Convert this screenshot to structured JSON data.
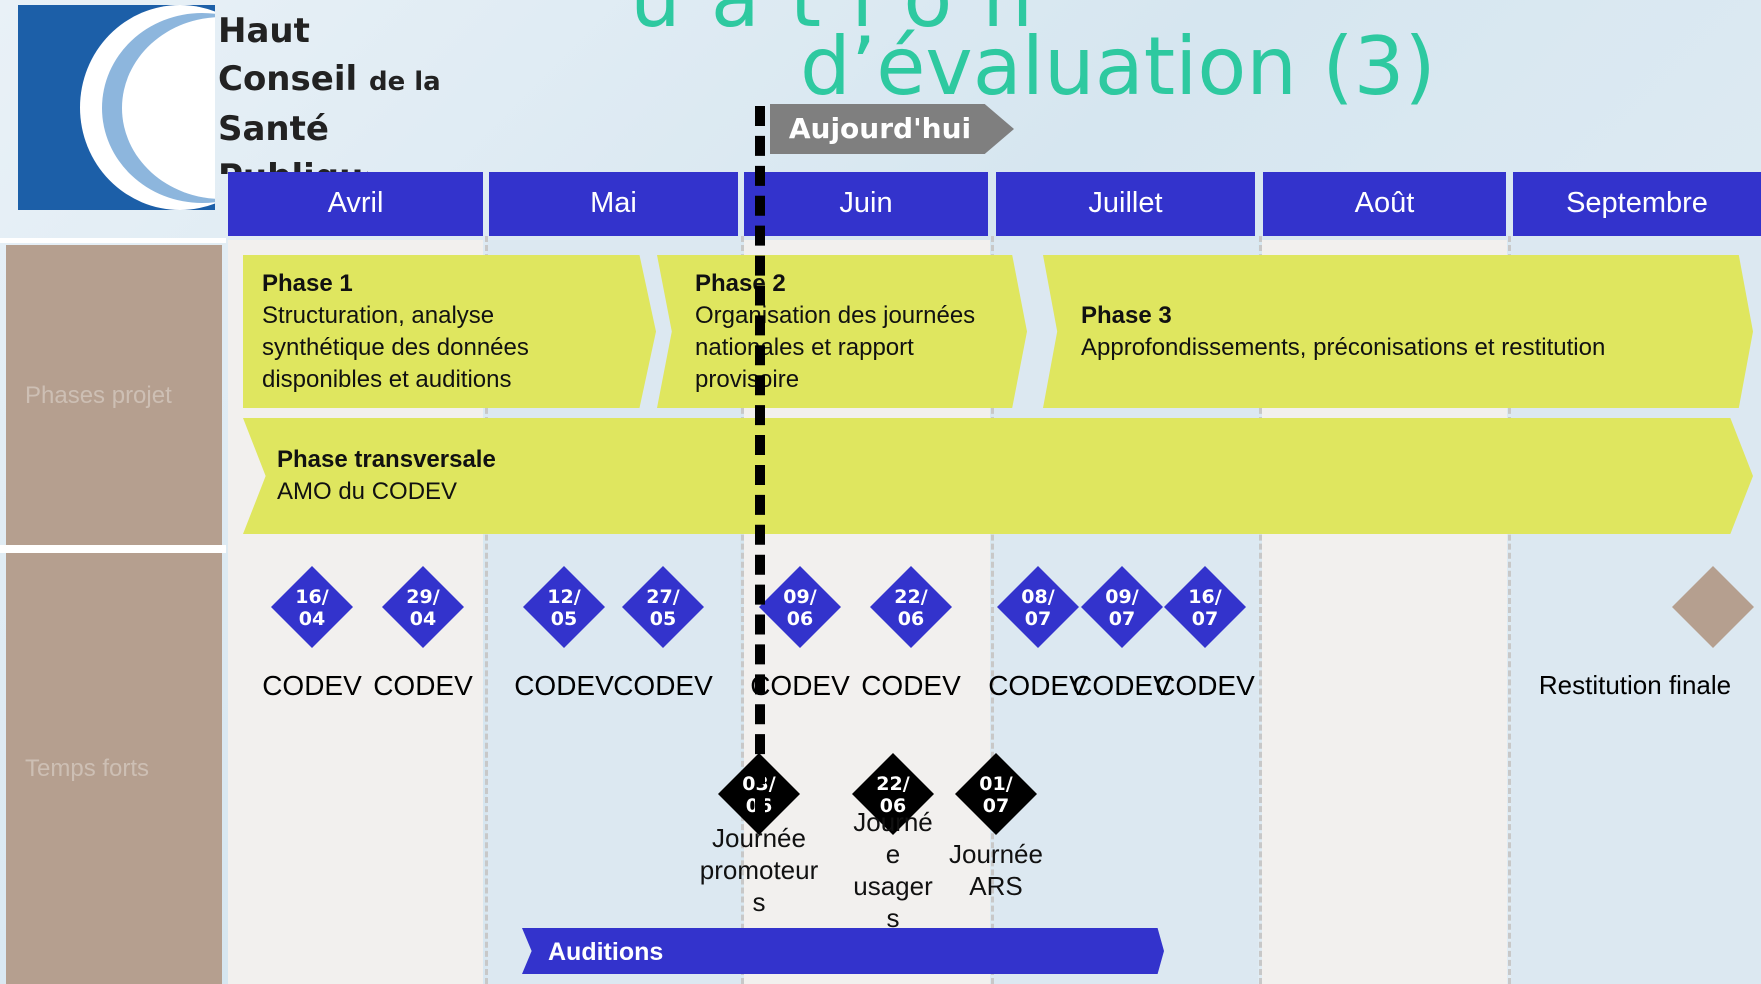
{
  "header": {
    "logo_lines": [
      "Haut",
      "Conseil",
      "de la",
      "Santé",
      "Publique"
    ],
    "title_partial_top": "uation",
    "title": "d’évaluation (3)",
    "today_label": "Aujourd'hui"
  },
  "months": [
    "Avril",
    "Mai",
    "Juin",
    "Juillet",
    "Août",
    "Septembre"
  ],
  "rows": {
    "phases_label": "Phases projet",
    "temps_forts_label": "Temps forts"
  },
  "phases": [
    {
      "title": "Phase 1",
      "description": "Structuration, analyse synthétique des données disponibles et auditions",
      "lines": [
        "Structuration, analyse",
        "synthétique des données",
        "disponibles et auditions"
      ]
    },
    {
      "title": "Phase 2",
      "description": "Organisation des journées nationales et rapport provisoire",
      "lines": [
        "Organisation des journées",
        "nationales et rapport",
        "provisoire"
      ]
    },
    {
      "title": "Phase 3",
      "description": "Approfondissements, préconisations et restitution",
      "lines": [
        "Approfondissements, préconisations et restitution"
      ]
    },
    {
      "title": "Phase transversale",
      "description": "AMO du CODEV",
      "lines": [
        "AMO du CODEV"
      ]
    }
  ],
  "codev_events": [
    {
      "date": [
        "16/",
        "04"
      ],
      "label": "CODEV"
    },
    {
      "date": [
        "29/",
        "04"
      ],
      "label": "CODEV"
    },
    {
      "date": [
        "12/",
        "05"
      ],
      "label": "CODEV"
    },
    {
      "date": [
        "27/",
        "05"
      ],
      "label": "CODEV"
    },
    {
      "date": [
        "09/",
        "06"
      ],
      "label": "CODEV"
    },
    {
      "date": [
        "22/",
        "06"
      ],
      "label": "CODEV"
    },
    {
      "date": [
        "08/",
        "07"
      ],
      "label": "CODEV"
    },
    {
      "date": [
        "09/",
        "07"
      ],
      "label": "CODEV"
    },
    {
      "date": [
        "16/",
        "07"
      ],
      "label": "CODEV"
    }
  ],
  "journees": [
    {
      "date": [
        "03/",
        "06"
      ],
      "lines": [
        "Journée",
        "promoteur",
        "s"
      ]
    },
    {
      "date": [
        "22/",
        "06"
      ],
      "lines": [
        "Journé",
        "e",
        "usager",
        "s"
      ]
    },
    {
      "date": [
        "01/",
        "07"
      ],
      "lines": [
        "Journée",
        "ARS"
      ]
    }
  ],
  "final": {
    "label": "Restitution finale"
  },
  "auditions": {
    "label": "Auditions"
  },
  "colors": {
    "month_header": "#3333cc",
    "phase_fill": "#dfe65f",
    "row_label_bg": "#b59f8f",
    "codev_diamond": "#3333cc",
    "journee_diamond": "#000000",
    "final_diamond": "#b59f8f",
    "title": "#2ec9a0"
  }
}
